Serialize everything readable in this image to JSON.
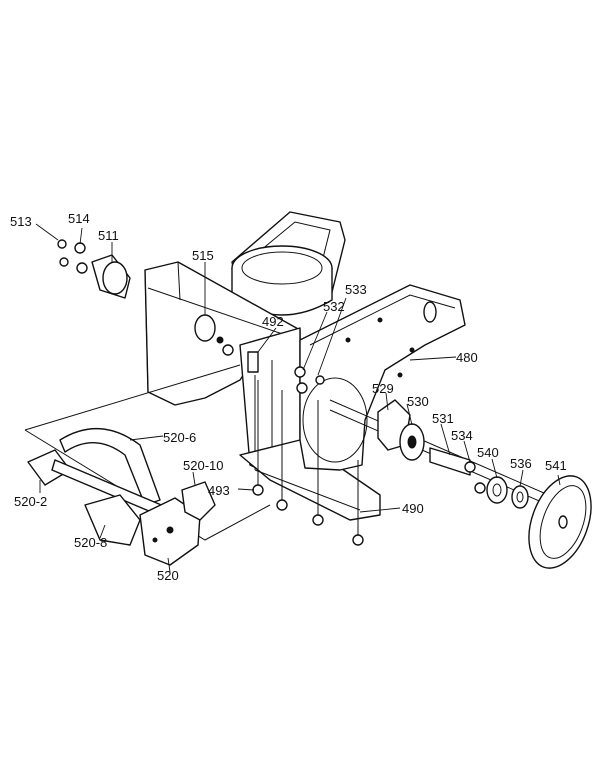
{
  "header": {
    "text": "",
    "corner": ""
  },
  "labels": {
    "p513": "513",
    "p514": "514",
    "p511": "511",
    "p515": "515",
    "p492": "492",
    "p533": "533",
    "p532": "532",
    "p480": "480",
    "p529": "529",
    "p530": "530",
    "p531": "531",
    "p534": "534",
    "p540": "540",
    "p536": "536",
    "p541": "541",
    "p520_6": "520-6",
    "p520_10": "520-10",
    "p493": "493",
    "p490": "490",
    "p520_2": "520-2",
    "p520_8": "520-8",
    "p520": "520"
  }
}
